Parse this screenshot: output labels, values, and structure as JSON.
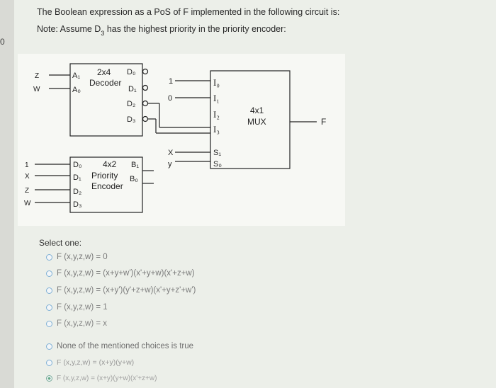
{
  "side_number": "0",
  "question": {
    "line1": "The Boolean expression as a PoS of F implemented in the following circuit is:",
    "line2_prefix": "Note: Assume D",
    "line2_sub": "3",
    "line2_suffix": " has the highest priority in the priority encoder:"
  },
  "diagram": {
    "decoder": {
      "title1": "2x4",
      "title2": "Decoder",
      "in_a1": "A₁",
      "in_a0": "A₀",
      "out_d0": "D₀",
      "out_d1": "D₁",
      "out_d2": "D₂",
      "out_d3": "D₃"
    },
    "decoder_inputs": {
      "a1": "Z",
      "a0": "W"
    },
    "encoder": {
      "title1": "4x2",
      "title2": "Priority",
      "title3": "Encoder",
      "in_d0": "D₀",
      "in_d1": "D₁",
      "in_d2": "D₂",
      "in_d3": "D₃",
      "out_b1": "B₁",
      "out_b0": "B₀"
    },
    "encoder_inputs": {
      "d0": "1",
      "d1": "X",
      "d2": "Z",
      "d3": "W"
    },
    "mux": {
      "title1": "4x1",
      "title2": "MUX",
      "i0": "I₀",
      "i1": "I₁",
      "i2": "I₂",
      "i3": "I₃",
      "s1": "S₁",
      "s0": "S₀"
    },
    "mux_inputs": {
      "i0": "1",
      "i1": "0",
      "s1": "X",
      "s0": "y"
    },
    "output": "F"
  },
  "select_label": "Select one:",
  "choices": [
    "F (x,y,z,w) = 0",
    "F (x,y,z,w) = (x+y+w')(x'+y+w)(x'+z+w)",
    "F (x,y,z,w) = (x+y')(y'+z+w)(x'+y+z'+w')",
    "F (x,y,z,w) = 1",
    "F (x,y,z,w) = x",
    "None of the mentioned choices is true",
    "F (x,y,z,w) = (x+y)(y+w)",
    "F (x,y,z,w) = (x+y)(y+w)(x'+z+w)"
  ]
}
